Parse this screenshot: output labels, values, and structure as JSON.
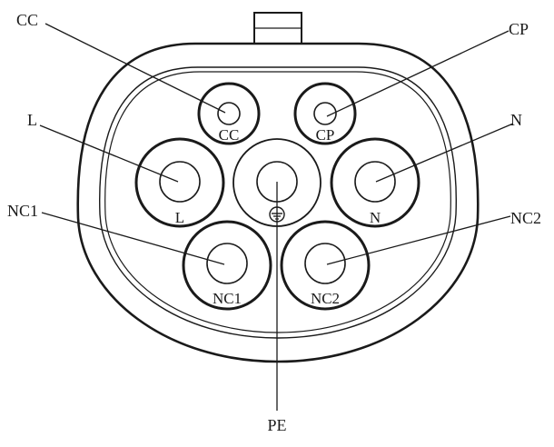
{
  "callouts": {
    "cc": "CC",
    "cp": "CP",
    "l": "L",
    "n": "N",
    "nc1": "NC1",
    "nc2": "NC2",
    "pe": "PE"
  },
  "pin_labels": {
    "cc": "CC",
    "cp": "CP",
    "l": "L",
    "n": "N",
    "nc1": "NC1",
    "nc2": "NC2"
  }
}
